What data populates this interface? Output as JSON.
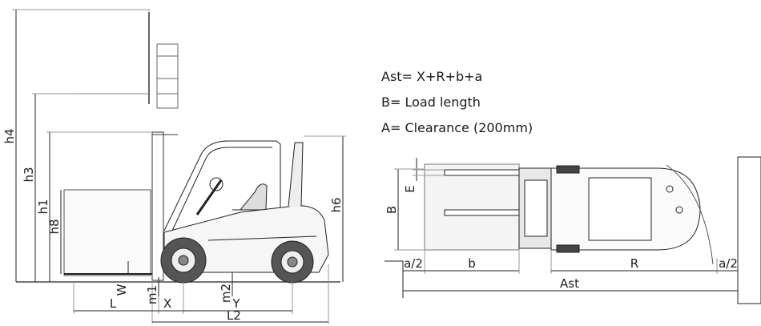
{
  "side_view": {
    "labels": {
      "h4": "h4",
      "h3": "h3",
      "h1": "h1",
      "h8": "h8",
      "h6": "h6",
      "L": "L",
      "W": "W",
      "m1": "m1",
      "X": "X",
      "m2": "m2",
      "Y": "Y",
      "L2": "L2"
    }
  },
  "formulas": {
    "ast": "Ast= X+R+b+a",
    "b": "B= Load length",
    "a": "A= Clearance (200mm)"
  },
  "top_view": {
    "labels": {
      "E": "E",
      "B": "B",
      "a2_left": "a/2",
      "b": "b",
      "R": "R",
      "a2_right": "a/2",
      "Ast": "Ast"
    }
  },
  "colors": {
    "line": "#222222",
    "light": "#777777",
    "fill": "#f4f4f4"
  }
}
